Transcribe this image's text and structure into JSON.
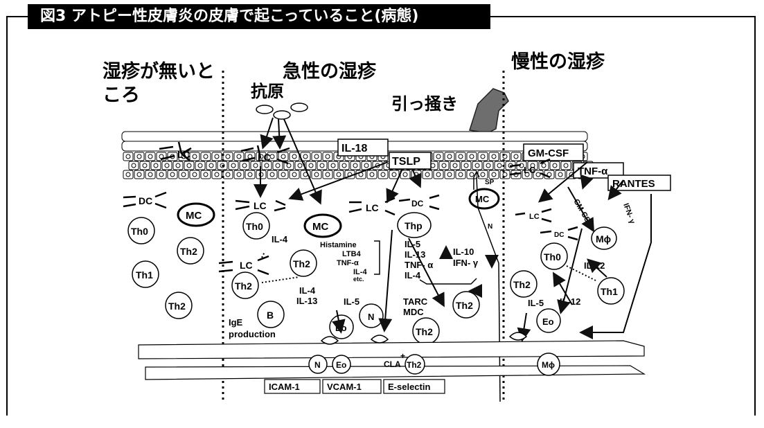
{
  "title": "図3 アトピー性皮膚炎の皮膚で起こっていること(病態)",
  "regions": {
    "no_eczema": [
      "湿疹が無いと",
      "ころ"
    ],
    "acute": "急性の湿疹",
    "chronic": "慢性の湿疹"
  },
  "annotations": {
    "antigen": "抗原",
    "scratch": "引っ掻き"
  },
  "cytokine_boxes": {
    "il18": "IL-18",
    "tslp": "TSLP",
    "gmcsf": "GM-CSF",
    "tnfa": "TNF-α",
    "rantes": "RANTES"
  },
  "cells": {
    "dc": "DC",
    "mc": "MC",
    "th0": "Th0",
    "th2": "Th2",
    "th1": "Th1",
    "lc": "LC",
    "b": "B",
    "eo": "Eo",
    "n": "N",
    "thp": "Thp",
    "mphi": "Mϕ",
    "sp": "SP"
  },
  "mediators": [
    "Histamine",
    "LTB4",
    "TNF-α",
    "IL-4",
    "etc."
  ],
  "cytokines_thp": [
    "IL-5",
    "IL-13",
    "TNF- α",
    "IL-4"
  ],
  "cytokines_regulated": [
    "IL-10",
    "IFN- γ"
  ],
  "labels": {
    "il4_dc": "IL-4",
    "il4_il13": [
      "IL-4",
      "IL-13"
    ],
    "il5": "IL-5",
    "ige": [
      "IgE",
      "production"
    ],
    "tarc_mdc": [
      "TARC",
      "MDC"
    ],
    "cla": "CLA",
    "cla_plus": "+",
    "gm_csf_rot": "GM-CSF",
    "ifn_rot": "IFN- γ",
    "il12a": "IL-12",
    "il12b": "IL-12",
    "il5_chronic": "IL-5"
  },
  "vessel_labels": [
    "ICAM-1",
    "VCAM-1",
    "E-selectin"
  ]
}
